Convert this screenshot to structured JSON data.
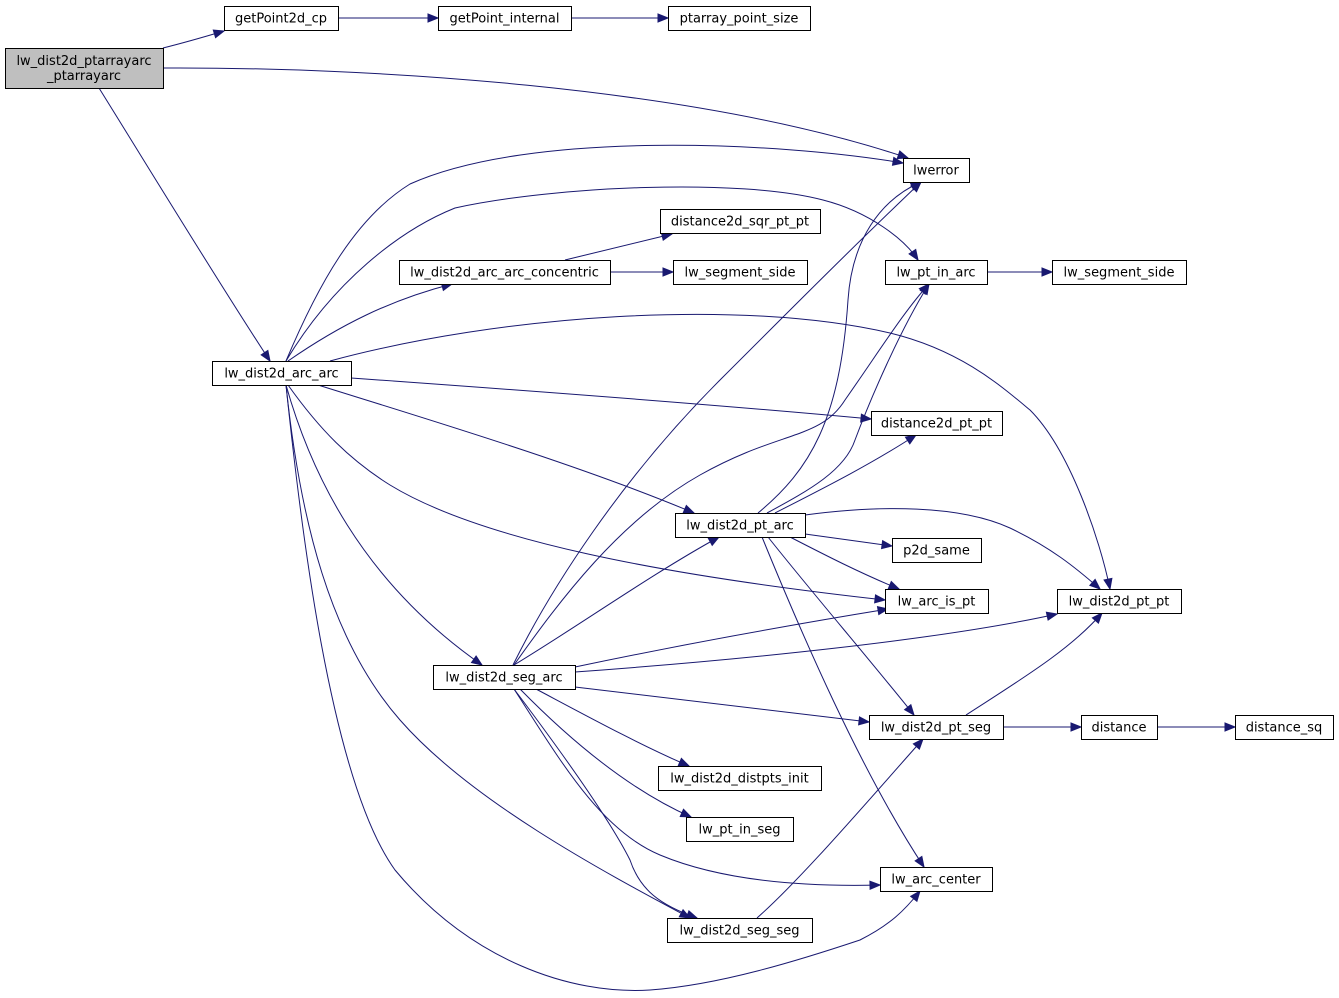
{
  "diagram": {
    "type": "call-graph",
    "edge_color": "#191970",
    "root_fill": "#bfbfbf",
    "nodes": [
      {
        "id": "root",
        "lines": [
          "lw_dist2d_ptarrayarc",
          "_ptarrayarc"
        ],
        "root": true
      },
      {
        "id": "getPoint2d_cp",
        "lines": [
          "getPoint2d_cp"
        ]
      },
      {
        "id": "getPoint_internal",
        "lines": [
          "getPoint_internal"
        ]
      },
      {
        "id": "ptarray_point_size",
        "lines": [
          "ptarray_point_size"
        ]
      },
      {
        "id": "lwerror",
        "lines": [
          "lwerror"
        ]
      },
      {
        "id": "distance2d_sqr_pt_pt",
        "lines": [
          "distance2d_sqr_pt_pt"
        ]
      },
      {
        "id": "lw_dist2d_arc_arc_concentric",
        "lines": [
          "lw_dist2d_arc_arc_concentric"
        ]
      },
      {
        "id": "lw_segment_side_a",
        "lines": [
          "lw_segment_side"
        ]
      },
      {
        "id": "lw_pt_in_arc",
        "lines": [
          "lw_pt_in_arc"
        ]
      },
      {
        "id": "lw_segment_side_b",
        "lines": [
          "lw_segment_side"
        ]
      },
      {
        "id": "lw_dist2d_arc_arc",
        "lines": [
          "lw_dist2d_arc_arc"
        ]
      },
      {
        "id": "distance2d_pt_pt",
        "lines": [
          "distance2d_pt_pt"
        ]
      },
      {
        "id": "lw_dist2d_pt_arc",
        "lines": [
          "lw_dist2d_pt_arc"
        ]
      },
      {
        "id": "p2d_same",
        "lines": [
          "p2d_same"
        ]
      },
      {
        "id": "lw_arc_is_pt",
        "lines": [
          "lw_arc_is_pt"
        ]
      },
      {
        "id": "lw_dist2d_pt_pt",
        "lines": [
          "lw_dist2d_pt_pt"
        ]
      },
      {
        "id": "lw_dist2d_seg_arc",
        "lines": [
          "lw_dist2d_seg_arc"
        ]
      },
      {
        "id": "lw_dist2d_pt_seg",
        "lines": [
          "lw_dist2d_pt_seg"
        ]
      },
      {
        "id": "distance",
        "lines": [
          "distance"
        ]
      },
      {
        "id": "distance_sq",
        "lines": [
          "distance_sq"
        ]
      },
      {
        "id": "lw_dist2d_distpts_init",
        "lines": [
          "lw_dist2d_distpts_init"
        ]
      },
      {
        "id": "lw_pt_in_seg",
        "lines": [
          "lw_pt_in_seg"
        ]
      },
      {
        "id": "lw_arc_center",
        "lines": [
          "lw_arc_center"
        ]
      },
      {
        "id": "lw_dist2d_seg_seg",
        "lines": [
          "lw_dist2d_seg_seg"
        ]
      }
    ],
    "edges": [
      [
        "root",
        "getPoint2d_cp"
      ],
      [
        "getPoint2d_cp",
        "getPoint_internal"
      ],
      [
        "getPoint_internal",
        "ptarray_point_size"
      ],
      [
        "root",
        "lwerror"
      ],
      [
        "root",
        "lw_dist2d_arc_arc"
      ],
      [
        "lw_dist2d_arc_arc",
        "lwerror"
      ],
      [
        "lw_dist2d_arc_arc",
        "lw_pt_in_arc"
      ],
      [
        "lw_dist2d_arc_arc",
        "lw_dist2d_arc_arc_concentric"
      ],
      [
        "lw_dist2d_arc_arc_concentric",
        "distance2d_sqr_pt_pt"
      ],
      [
        "lw_dist2d_arc_arc_concentric",
        "lw_segment_side_a"
      ],
      [
        "lw_pt_in_arc",
        "lw_segment_side_b"
      ],
      [
        "lw_dist2d_arc_arc",
        "lw_dist2d_pt_pt"
      ],
      [
        "lw_dist2d_arc_arc",
        "distance2d_pt_pt"
      ],
      [
        "lw_dist2d_arc_arc",
        "lw_dist2d_pt_arc"
      ],
      [
        "lw_dist2d_arc_arc",
        "lw_arc_is_pt"
      ],
      [
        "lw_dist2d_arc_arc",
        "lw_dist2d_seg_arc"
      ],
      [
        "lw_dist2d_arc_arc",
        "lw_dist2d_seg_seg"
      ],
      [
        "lw_dist2d_arc_arc",
        "lw_arc_center"
      ],
      [
        "lw_dist2d_pt_arc",
        "lwerror"
      ],
      [
        "lw_dist2d_pt_arc",
        "lw_pt_in_arc"
      ],
      [
        "lw_dist2d_pt_arc",
        "distance2d_pt_pt"
      ],
      [
        "lw_dist2d_pt_arc",
        "p2d_same"
      ],
      [
        "lw_dist2d_pt_arc",
        "lw_arc_is_pt"
      ],
      [
        "lw_dist2d_pt_arc",
        "lw_dist2d_pt_pt"
      ],
      [
        "lw_dist2d_pt_arc",
        "lw_dist2d_pt_seg"
      ],
      [
        "lw_dist2d_pt_arc",
        "lw_arc_center"
      ],
      [
        "lw_dist2d_seg_arc",
        "lwerror"
      ],
      [
        "lw_dist2d_seg_arc",
        "lw_pt_in_arc"
      ],
      [
        "lw_dist2d_seg_arc",
        "lw_dist2d_pt_arc"
      ],
      [
        "lw_dist2d_seg_arc",
        "lw_arc_is_pt"
      ],
      [
        "lw_dist2d_seg_arc",
        "lw_dist2d_pt_pt"
      ],
      [
        "lw_dist2d_seg_arc",
        "lw_dist2d_pt_seg"
      ],
      [
        "lw_dist2d_seg_arc",
        "lw_dist2d_distpts_init"
      ],
      [
        "lw_dist2d_seg_arc",
        "lw_pt_in_seg"
      ],
      [
        "lw_dist2d_seg_arc",
        "lw_arc_center"
      ],
      [
        "lw_dist2d_seg_arc",
        "lw_dist2d_seg_seg"
      ],
      [
        "lw_dist2d_pt_seg",
        "lw_dist2d_pt_pt"
      ],
      [
        "lw_dist2d_pt_seg",
        "distance"
      ],
      [
        "distance",
        "distance_sq"
      ],
      [
        "lw_dist2d_seg_seg",
        "lw_dist2d_pt_seg"
      ]
    ]
  }
}
